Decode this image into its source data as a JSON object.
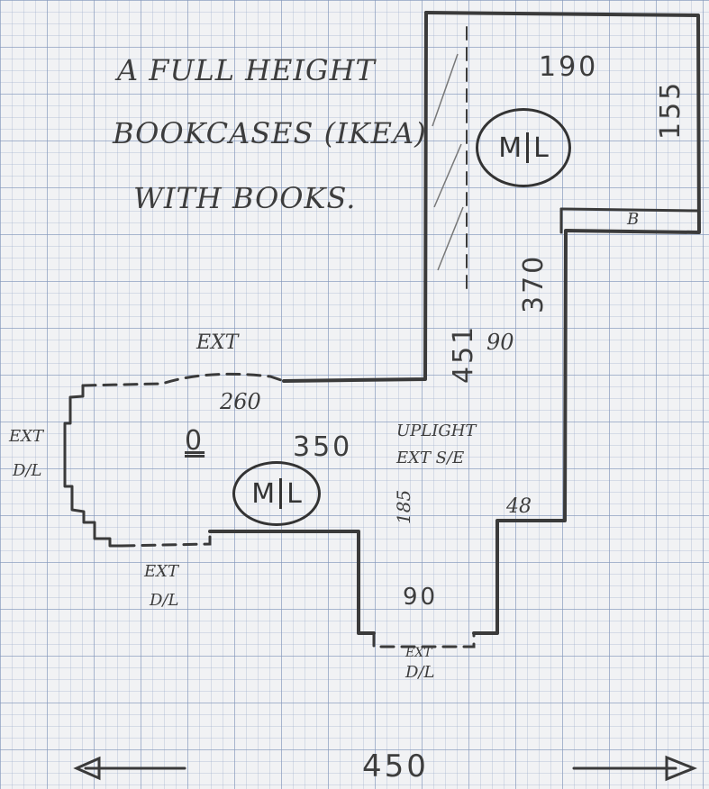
{
  "note": {
    "line1": "A FULL HEIGHT",
    "line2": "BOOKCASES (IKEA)",
    "line3": "WITH BOOKS."
  },
  "dimensions": {
    "top_width": "190",
    "right_side": "155",
    "b_mark": "B",
    "corridor_length": "370",
    "bookcase_length": "451",
    "corridor_width": "90",
    "left_top": "260",
    "main_width": "350",
    "main_height": "185",
    "step": "48",
    "bottom_width": "90",
    "overall_width": "450",
    "room_label": "0"
  },
  "marker": {
    "left": "M",
    "right": "L"
  },
  "ext_labels": {
    "top": "EXT",
    "left_1": "EXT",
    "left_2": "D/L",
    "bottom_1": "EXT",
    "bottom_2": "D/L",
    "door_1": "EXT",
    "door_2": "D/L",
    "uplight_1": "UPLIGHT",
    "uplight_2": "EXT S/E"
  }
}
